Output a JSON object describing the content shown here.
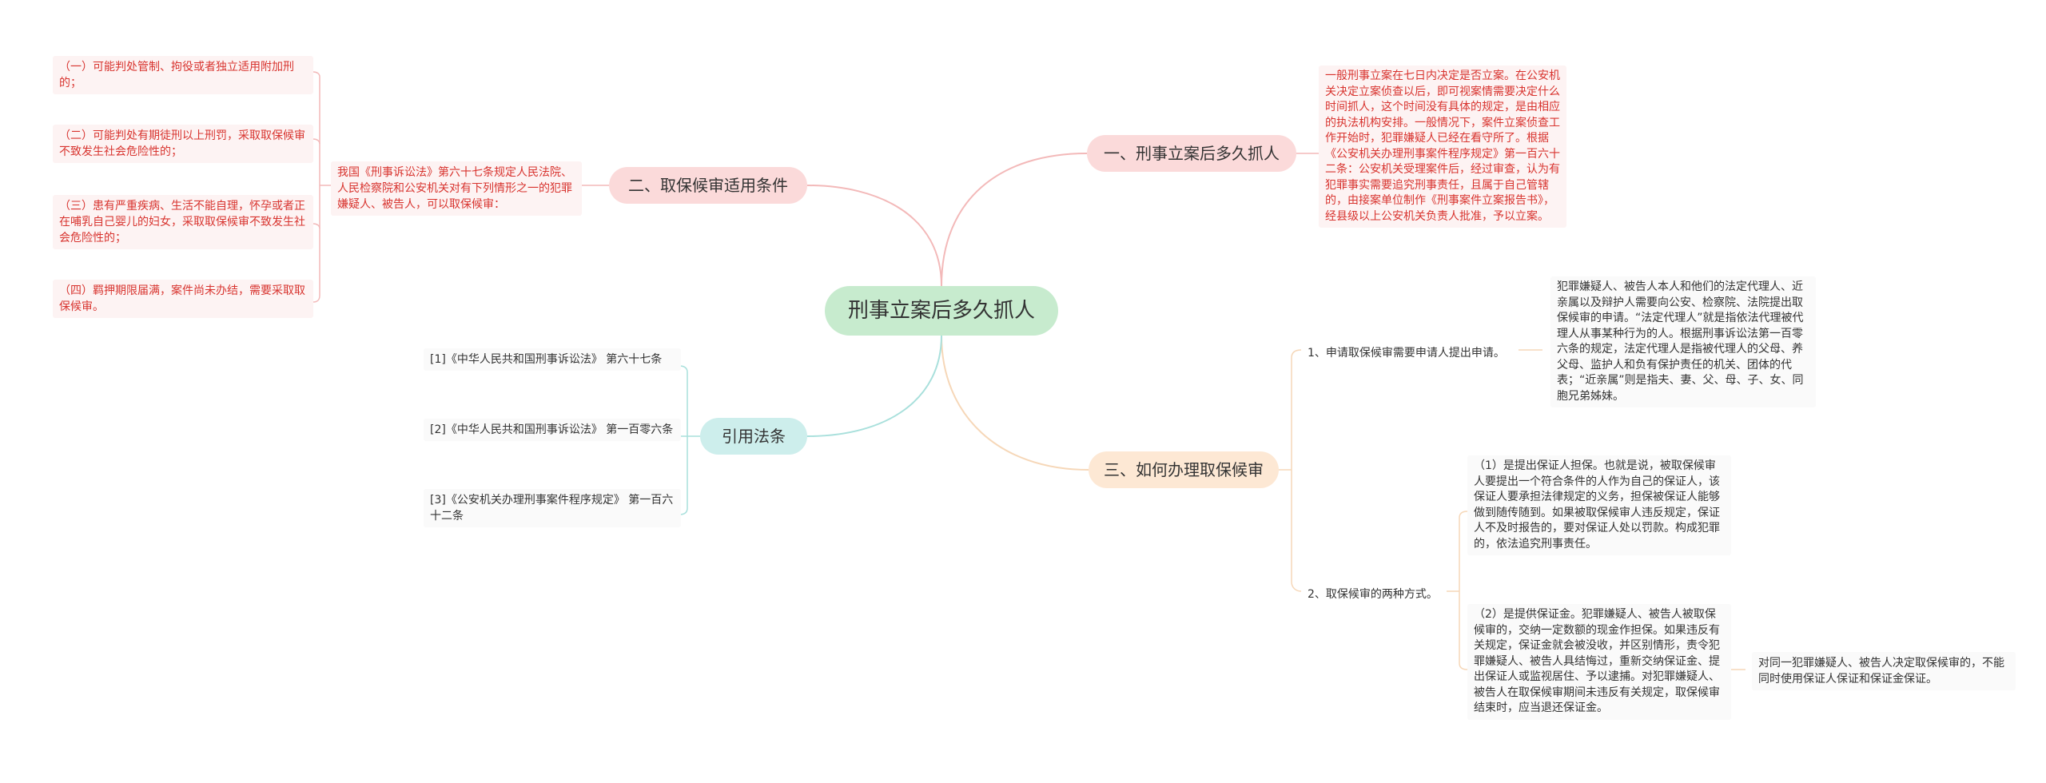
{
  "root": {
    "title": "刑事立案后多久抓人"
  },
  "branches": {
    "b1": {
      "label": "一、刑事立案后多久抓人",
      "text": "一般刑事立案在七日内决定是否立案。在公安机关决定立案侦查以后，即可视案情需要决定什么时间抓人，这个时间没有具体的规定，是由相应的执法机构安排。一般情况下，案件立案侦查工作开始时，犯罪嫌疑人已经在看守所了。根据《公安机关办理刑事案件程序规定》第一百六十二条：公安机关受理案件后，经过审查，认为有犯罪事实需要追究刑事责任，且属于自己管辖的，由接案单位制作《刑事案件立案报告书》，经县级以上公安机关负责人批准，予以立案。"
    },
    "b2": {
      "label": "二、取保候审适用条件",
      "intro": "我国《刑事诉讼法》第六十七条规定人民法院、人民检察院和公安机关对有下列情形之一的犯罪嫌疑人、被告人，可以取保候审：",
      "items": [
        "（一）可能判处管制、拘役或者独立适用附加刑的；",
        "（二）可能判处有期徒刑以上刑罚，采取取保候审不致发生社会危险性的；",
        "（三）患有严重疾病、生活不能自理，怀孕或者正在哺乳自己婴儿的妇女，采取取保候审不致发生社会危险性的；",
        "（四）羁押期限届满，案件尚未办结，需要采取取保候审。"
      ]
    },
    "b3": {
      "label": "三、如何办理取保候审",
      "sub1": {
        "label": "1、申请取保候审需要申请人提出申请。",
        "detail": "犯罪嫌疑人、被告人本人和他们的法定代理人、近亲属以及辩护人需要向公安、检察院、法院提出取保候审的申请。“法定代理人”就是指依法代理被代理人从事某种行为的人。根据刑事诉讼法第一百零六条的规定，法定代理人是指被代理人的父母、养父母、监护人和负有保护责任的机关、团体的代表；“近亲属”则是指夫、妻、父、母、子、女、同胞兄弟姊妹。"
      },
      "sub2": {
        "label": "2、取保候审的两种方式。",
        "way1": "（1）是提出保证人担保。也就是说，被取保候审人要提出一个符合条件的人作为自己的保证人，该保证人要承担法律规定的义务，担保被保证人能够做到随传随到。如果被取保候审人违反规定，保证人不及时报告的，要对保证人处以罚款。构成犯罪的，依法追究刑事责任。",
        "way2": "（2）是提供保证金。犯罪嫌疑人、被告人被取保候审的，交纳一定数额的现金作担保。如果违反有关规定，保证金就会被没收，并区别情形，责令犯罪嫌疑人、被告人具结悔过，重新交纳保证金、提出保证人或监视居住、予以逮捕。对犯罪嫌疑人、被告人在取保候审期间未违反有关规定，取保候审结束时，应当退还保证金。",
        "note": "对同一犯罪嫌疑人、被告人决定取保候审的，不能同时使用保证人保证和保证金保证。"
      }
    },
    "b4": {
      "label": "引用法条",
      "items": [
        "[1]《中华人民共和国刑事诉讼法》 第六十七条",
        "[2]《中华人民共和国刑事诉讼法》 第一百零六条",
        "[3]《公安机关办理刑事案件程序规定》 第一百六十二条"
      ]
    }
  },
  "colors": {
    "root": "#c7ebce",
    "branch_red": "#fbdada",
    "branch_orange": "#fde8d4",
    "branch_teal": "#cdeeec",
    "leaf_red_text": "#d8342f",
    "edge_red": "#f3b9b9",
    "edge_orange": "#f6d7b8",
    "edge_teal": "#a9e0dc"
  }
}
